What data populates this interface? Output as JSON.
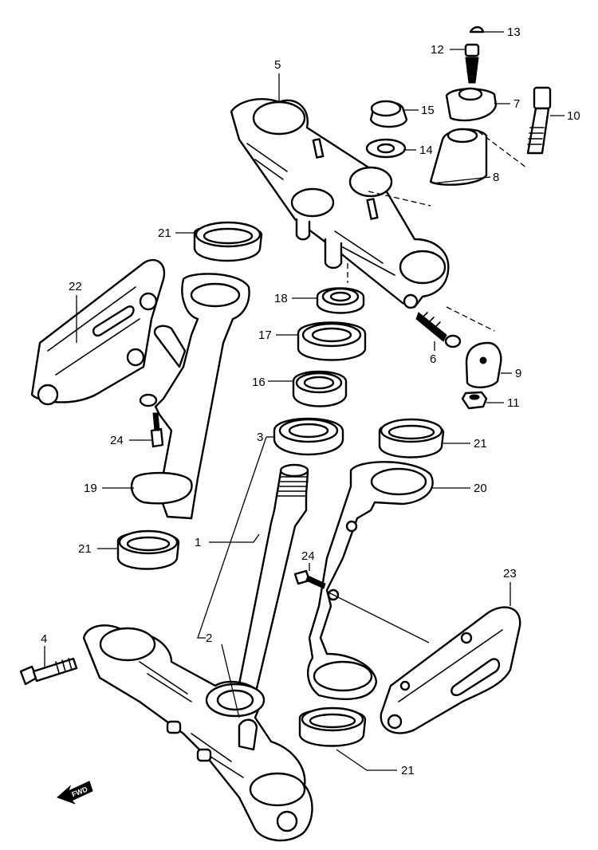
{
  "diagram": {
    "direction_label": "FWD",
    "callouts": [
      {
        "key": "c1",
        "text": "1"
      },
      {
        "key": "c2",
        "text": "2"
      },
      {
        "key": "c3",
        "text": "3"
      },
      {
        "key": "c4",
        "text": "4"
      },
      {
        "key": "c5",
        "text": "5"
      },
      {
        "key": "c6",
        "text": "6"
      },
      {
        "key": "c7",
        "text": "7"
      },
      {
        "key": "c8",
        "text": "8"
      },
      {
        "key": "c9",
        "text": "9"
      },
      {
        "key": "c10",
        "text": "10"
      },
      {
        "key": "c11",
        "text": "11"
      },
      {
        "key": "c12",
        "text": "12"
      },
      {
        "key": "c13",
        "text": "13"
      },
      {
        "key": "c14",
        "text": "14"
      },
      {
        "key": "c15",
        "text": "15"
      },
      {
        "key": "c16",
        "text": "16"
      },
      {
        "key": "c17",
        "text": "17"
      },
      {
        "key": "c18",
        "text": "18"
      },
      {
        "key": "c19",
        "text": "19"
      },
      {
        "key": "c20",
        "text": "20"
      },
      {
        "key": "c21a",
        "text": "21"
      },
      {
        "key": "c21b",
        "text": "21"
      },
      {
        "key": "c21c",
        "text": "21"
      },
      {
        "key": "c21d",
        "text": "21"
      },
      {
        "key": "c22",
        "text": "22"
      },
      {
        "key": "c23",
        "text": "23"
      },
      {
        "key": "c24a",
        "text": "24"
      },
      {
        "key": "c24b",
        "text": "24"
      }
    ]
  }
}
